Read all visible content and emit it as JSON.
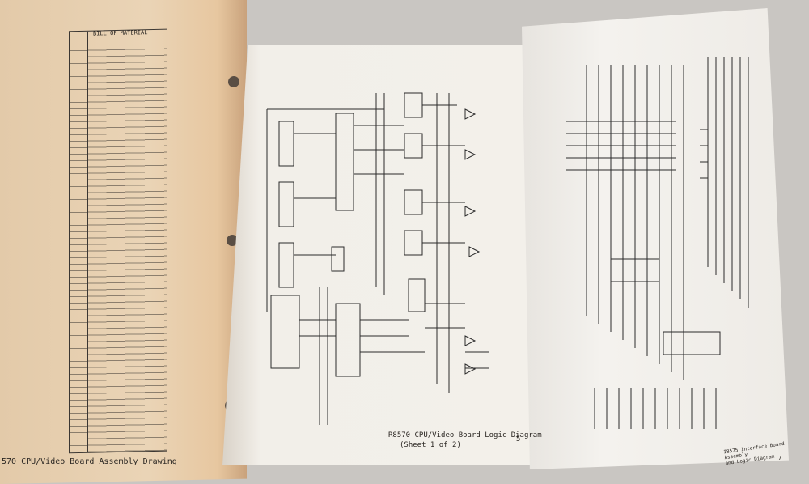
{
  "photo": {
    "left_page": {
      "header": "BILL OF MATERIAL",
      "caption": "570 CPU/Video Board Assembly Drawing"
    },
    "middle_page": {
      "caption_line1": "R8570 CPU/Video Board Logic Diagram",
      "caption_line2": "(Sheet 1 of 2)",
      "page_number": "5"
    },
    "right_page": {
      "caption_line1": "I8575 Interface Board Assembly",
      "caption_line2": "and Logic Diagram",
      "page_number": "7"
    }
  }
}
